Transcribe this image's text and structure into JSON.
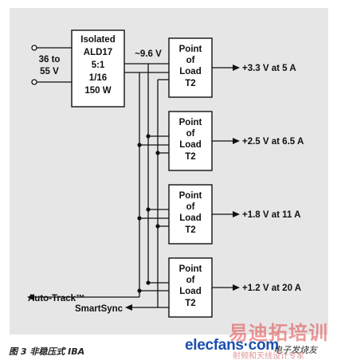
{
  "input_voltage": [
    "36 to",
    "55 V"
  ],
  "converter": {
    "lines": [
      "Isolated",
      "ALD17",
      "5:1",
      "1/16",
      "150 W"
    ]
  },
  "bus_voltage": "~9.6 V",
  "pol_modules": [
    {
      "lines": [
        "Point",
        "of",
        "Load",
        "T2"
      ],
      "output": "+3.3 V at 5 A"
    },
    {
      "lines": [
        "Point",
        "of",
        "Load",
        "T2"
      ],
      "output": "+2.5 V at 6.5 A"
    },
    {
      "lines": [
        "Point",
        "of",
        "Load",
        "T2"
      ],
      "output": "+1.8 V at 11 A"
    },
    {
      "lines": [
        "Point",
        "of",
        "Load",
        "T2"
      ],
      "output": "+1.2 V at 20 A"
    }
  ],
  "signals": {
    "autotrack": "Auto-Track™",
    "smartsync": "SmartSync"
  },
  "caption": "图 3 非稳压式 IBA",
  "watermark": {
    "brand": "elecfans·com",
    "brand_sub": "电子发烧友",
    "overlay_main": "易迪拓培训",
    "overlay_sub": "射频和天线设计专家"
  },
  "colors": {
    "panel_bg": "#e6e6e6",
    "box_fill": "#ffffff",
    "line": "#111111",
    "brand_blue": "#1a4fb0",
    "overlay_red": "#e04646"
  }
}
